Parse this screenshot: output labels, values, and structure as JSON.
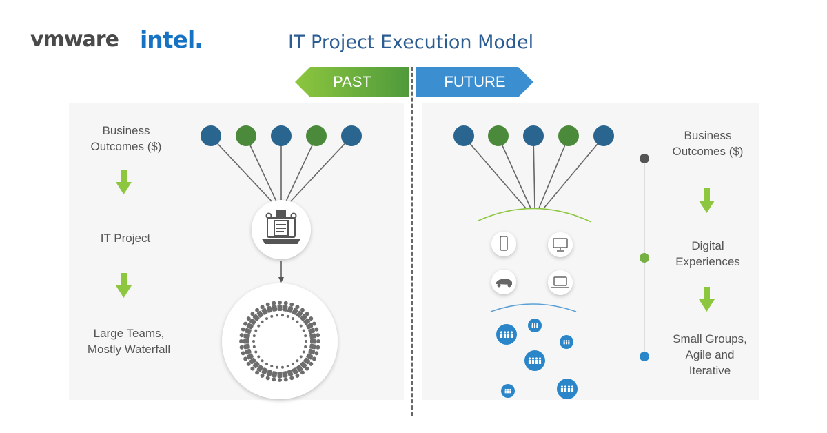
{
  "header": {
    "logo_vmware": "vmware",
    "logo_intel": "intel.",
    "title": "IT Project Execution Model"
  },
  "badges": {
    "past": "PAST",
    "future": "FUTURE"
  },
  "past": {
    "labels": [
      "Business Outcomes ($)",
      "IT Project",
      "Large Teams, Mostly Waterfall"
    ]
  },
  "future": {
    "labels": [
      "Business Outcomes ($)",
      "Digital Experiences",
      "Small Groups, Agile and Iterative"
    ]
  },
  "colors": {
    "navy_node": "#2a6590",
    "green_node": "#4b8a3b",
    "arrow_green": "#8dc63f",
    "curve_green": "#8dc63f",
    "curve_blue": "#5aa0d6",
    "team_blue": "#2a86c9",
    "timeline_gray": "#555555",
    "timeline_green": "#76b043",
    "timeline_blue": "#2a86c9"
  },
  "icons": {
    "project": "laptop-document-icon",
    "devices": [
      "smartphone-icon",
      "desktop-monitor-icon",
      "car-icon",
      "laptop-icon"
    ],
    "team": "people-group-icon"
  }
}
